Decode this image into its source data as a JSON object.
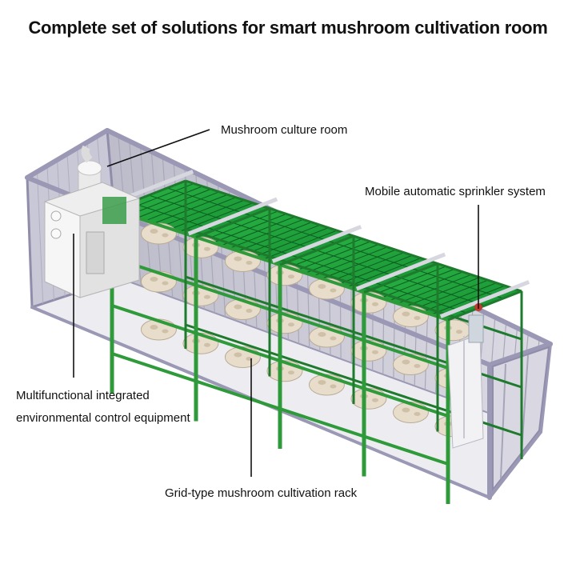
{
  "title": "Complete set of solutions for smart mushroom cultivation room",
  "callouts": {
    "culture_room": "Mushroom culture room",
    "sprinkler": "Mobile automatic sprinkler system",
    "env_control_line1": "Multifunctional integrated",
    "env_control_line2": "environmental control equipment",
    "rack": "Grid-type mushroom cultivation rack"
  },
  "colors": {
    "container_frame": "#9a98b4",
    "container_wall": "#d4d3dc",
    "floor": "#ececf0",
    "rack_green": "#2e9a3a",
    "grid_green": "#1fa13c",
    "mushroom_bag": "#e8dccb",
    "env_unit": "#f2f2f2"
  }
}
